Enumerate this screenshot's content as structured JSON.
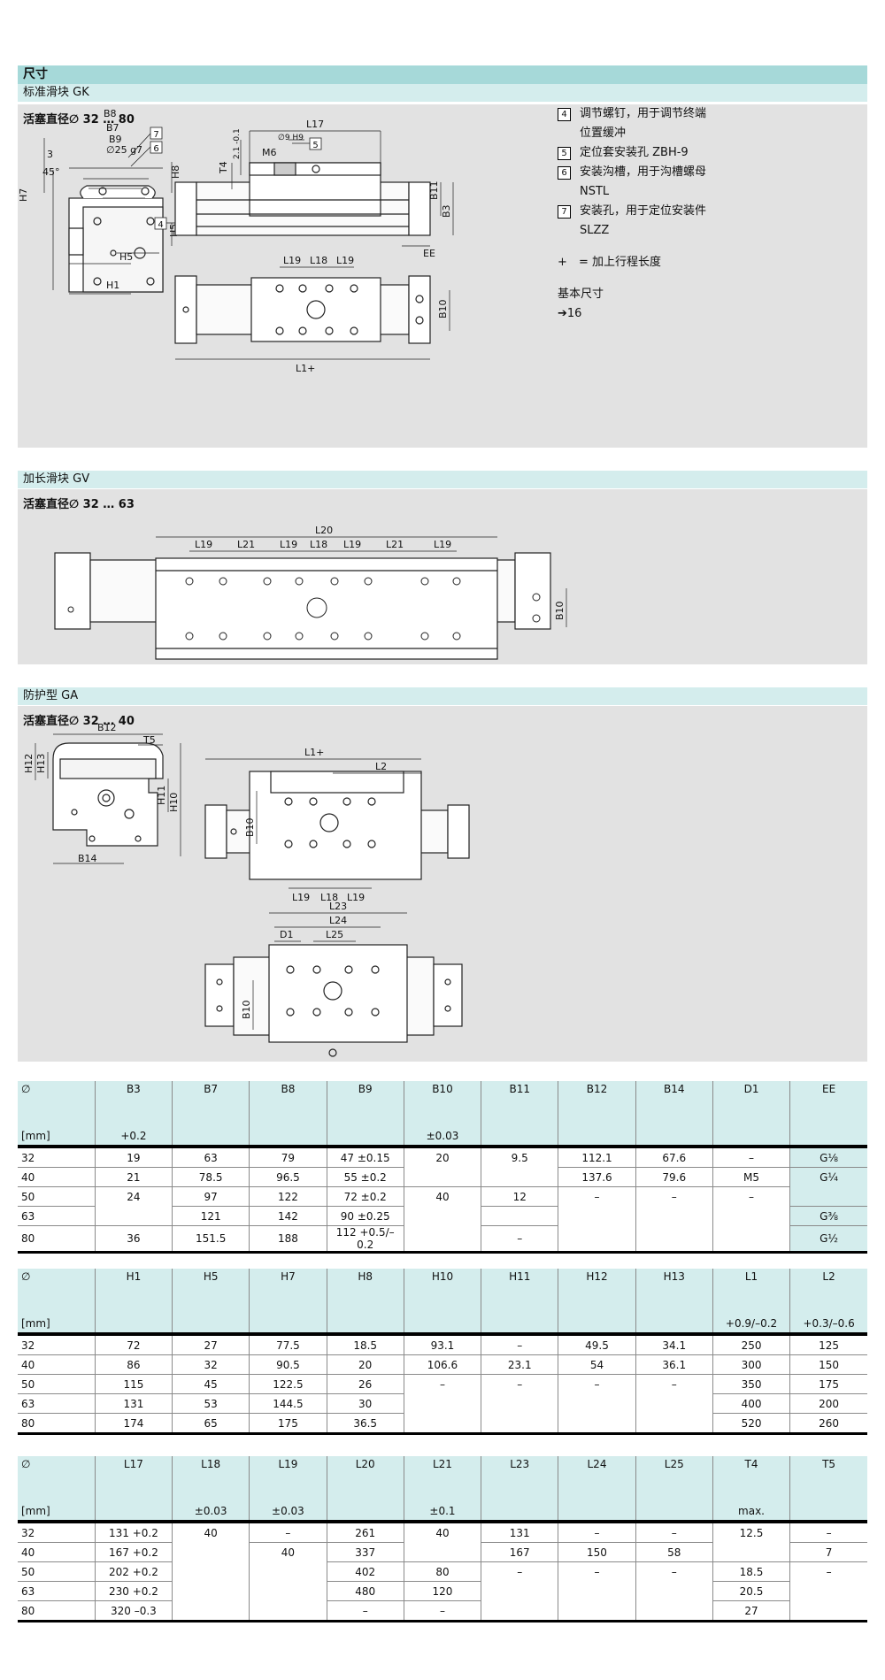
{
  "header": {
    "title": "尺寸",
    "subtitle": "标准滑块 GK"
  },
  "gk": {
    "piston": "活塞直径∅ 32 … 80",
    "labels": {
      "B8": "B8",
      "B7": "B7",
      "B9": "B9",
      "d25": "∅25 g7",
      "H7": "H7",
      "H8": "H8",
      "H5": "H5",
      "H1": "H1",
      "a45": "45°",
      "n3": "3",
      "L17": "L17",
      "d9": "∅9 H9",
      "M6": "M6",
      "T4": "T4",
      "d21": "2.1 -0.1",
      "B11": "B11",
      "B3": "B3",
      "EE": "EE",
      "L19": "L19",
      "L18": "L18",
      "B10": "B10",
      "L1": "L1+",
      "c4": "4",
      "c5": "5",
      "c6": "6",
      "c7": "7"
    }
  },
  "legend": {
    "items": [
      {
        "num": "4",
        "line1": "调节螺钉，用于调节终端",
        "line2": "位置缓冲"
      },
      {
        "num": "5",
        "line1": "定位套安装孔 ZBH-9",
        "line2": ""
      },
      {
        "num": "6",
        "line1": "安装沟槽，用于沟槽螺母",
        "line2": "NSTL"
      },
      {
        "num": "7",
        "line1": "安装孔，用于定位安装件",
        "line2": "SLZZ"
      }
    ],
    "plus_sym": "+",
    "plus_text": "= 加上行程长度",
    "basic": "基本尺寸",
    "ref": "➔16"
  },
  "gv": {
    "title": "加长滑块 GV",
    "piston": "活塞直径∅ 32 … 63",
    "labels": {
      "L20": "L20",
      "L19": "L19",
      "L21": "L21",
      "L18": "L18",
      "B10": "B10"
    }
  },
  "ga": {
    "title": "防护型 GA",
    "piston": "活塞直径∅ 32 … 40",
    "labels": {
      "B12": "B12",
      "T5": "T5",
      "H12": "H12",
      "H13": "H13",
      "H11": "H11",
      "H10": "H10",
      "B14": "B14",
      "L1": "L1+",
      "L2": "L2",
      "B10": "B10",
      "L19": "L19",
      "L18": "L18",
      "L23": "L23",
      "L24": "L24",
      "D1": "D1",
      "L25": "L25"
    }
  },
  "table1": {
    "headers": [
      "∅",
      "B3",
      "B7",
      "B8",
      "B9",
      "B10",
      "B11",
      "B12",
      "B14",
      "D1",
      "EE"
    ],
    "tol": [
      "[mm]",
      "+0.2",
      "",
      "",
      "",
      "±0.03",
      "",
      "",
      "",
      "",
      ""
    ],
    "rows": [
      [
        "32",
        "19",
        "63",
        "79",
        "47 ±0.15",
        "20",
        "9.5",
        "112.1",
        "67.6",
        "–",
        "G⅛"
      ],
      [
        "40",
        "21",
        "78.5",
        "96.5",
        "55 ±0.2",
        "",
        "",
        "137.6",
        "79.6",
        "M5",
        "G¼"
      ],
      [
        "50",
        "24",
        "97",
        "122",
        "72 ±0.2",
        "40",
        "12",
        "–",
        "–",
        "–",
        ""
      ],
      [
        "63",
        "",
        "121",
        "142",
        "90 ±0.25",
        "",
        "",
        "",
        "",
        "",
        "G⅜"
      ],
      [
        "80",
        "36",
        "151.5",
        "188",
        "112 +0.5/–0.2",
        "",
        "–",
        "",
        "",
        "",
        "G½"
      ]
    ]
  },
  "table2": {
    "headers": [
      "∅",
      "H1",
      "H5",
      "H7",
      "H8",
      "H10",
      "H11",
      "H12",
      "H13",
      "L1",
      "L2"
    ],
    "tol": [
      "[mm]",
      "",
      "",
      "",
      "",
      "",
      "",
      "",
      "",
      "+0.9/–0.2",
      "+0.3/–0.6"
    ],
    "rows": [
      [
        "32",
        "72",
        "27",
        "77.5",
        "18.5",
        "93.1",
        "–",
        "49.5",
        "34.1",
        "250",
        "125"
      ],
      [
        "40",
        "86",
        "32",
        "90.5",
        "20",
        "106.6",
        "23.1",
        "54",
        "36.1",
        "300",
        "150"
      ],
      [
        "50",
        "115",
        "45",
        "122.5",
        "26",
        "–",
        "–",
        "–",
        "–",
        "350",
        "175"
      ],
      [
        "63",
        "131",
        "53",
        "144.5",
        "30",
        "",
        "",
        "",
        "",
        "400",
        "200"
      ],
      [
        "80",
        "174",
        "65",
        "175",
        "36.5",
        "",
        "",
        "",
        "",
        "520",
        "260"
      ]
    ]
  },
  "table3": {
    "headers": [
      "∅",
      "L17",
      "L18",
      "L19",
      "L20",
      "L21",
      "L23",
      "L24",
      "L25",
      "T4",
      "T5"
    ],
    "tol": [
      "[mm]",
      "",
      "±0.03",
      "±0.03",
      "",
      "±0.1",
      "",
      "",
      "",
      "max.",
      ""
    ],
    "rows": [
      [
        "32",
        "131 +0.2",
        "40",
        "–",
        "261",
        "40",
        "131",
        "–",
        "–",
        "12.5",
        "–"
      ],
      [
        "40",
        "167 +0.2",
        "",
        "40",
        "337",
        "",
        "167",
        "150",
        "58",
        "",
        "7"
      ],
      [
        "50",
        "202 +0.2",
        "",
        "",
        "402",
        "80",
        "–",
        "–",
        "–",
        "18.5",
        "–"
      ],
      [
        "63",
        "230 +0.2",
        "",
        "",
        "480",
        "120",
        "",
        "",
        "",
        "20.5",
        ""
      ],
      [
        "80",
        "320 –0.3",
        "",
        "",
        "–",
        "–",
        "",
        "",
        "",
        "27",
        ""
      ]
    ]
  }
}
